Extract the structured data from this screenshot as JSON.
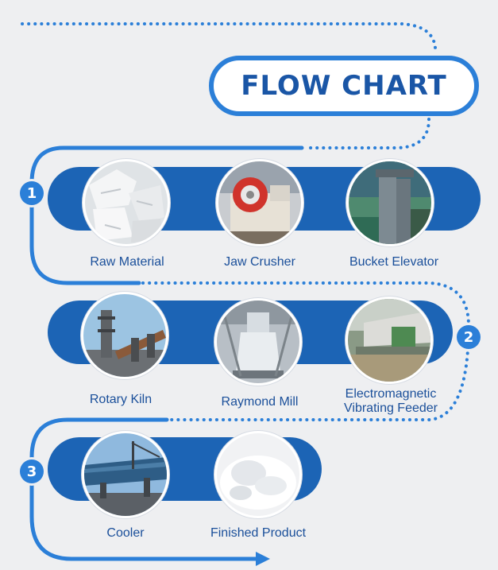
{
  "title": "FLOW CHART",
  "colors": {
    "accent": "#2b7fd8",
    "band": "#1c64b5",
    "title_text": "#1a56a6",
    "label_text": "#1a4f9a",
    "background": "#eeeff1"
  },
  "steps": [
    {
      "number": "1",
      "items": [
        "Raw Material",
        "Jaw Crusher",
        "Bucket Elevator"
      ]
    },
    {
      "number": "2",
      "items": [
        "Rotary Kiln",
        "Raymond Mill",
        "Electromagnetic Vibrating Feeder"
      ]
    },
    {
      "number": "3",
      "items": [
        "Cooler",
        "Finished Product"
      ]
    }
  ],
  "labels": {
    "raw_material": "Raw Material",
    "jaw_crusher": "Jaw Crusher",
    "bucket_elevator": "Bucket Elevator",
    "rotary_kiln": "Rotary Kiln",
    "raymond_mill": "Raymond Mill",
    "feeder_line1": "Electromagnetic",
    "feeder_line2": "Vibrating Feeder",
    "cooler": "Cooler",
    "finished_product": "Finished Product"
  },
  "badges": {
    "one": "1",
    "two": "2",
    "three": "3"
  },
  "icons": {
    "raw_material": "limestone-rock-photo",
    "jaw_crusher": "jaw-crusher-photo",
    "bucket_elevator": "bucket-elevator-photo",
    "rotary_kiln": "rotary-kiln-photo",
    "raymond_mill": "raymond-mill-photo",
    "feeder": "vibrating-feeder-photo",
    "cooler": "cooler-photo",
    "finished_product": "lime-powder-photo"
  }
}
